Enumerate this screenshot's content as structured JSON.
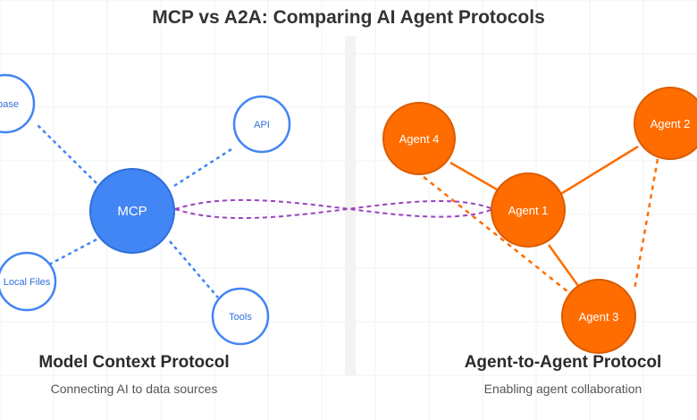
{
  "title": "MCP vs A2A: Comparing AI Agent Protocols",
  "colors": {
    "mcp_blue": "#4285F4",
    "mcp_blue_dark": "#2f6fd8",
    "agent_orange": "#FF6D00",
    "agent_orange_dark": "#d95c00",
    "bridge_purple": "#9b3fc4",
    "grid": "#eef1f4"
  },
  "mcp": {
    "hub_label": "MCP",
    "sources": [
      "abase",
      "API",
      "Local Files",
      "Tools"
    ],
    "heading": "Model Context Protocol",
    "subheading": "Connecting AI to data sources"
  },
  "a2a": {
    "agents": [
      "Agent 1",
      "Agent 2",
      "Agent 3",
      "Agent 4"
    ],
    "heading": "Agent-to-Agent Protocol",
    "subheading": "Enabling agent collaboration"
  }
}
